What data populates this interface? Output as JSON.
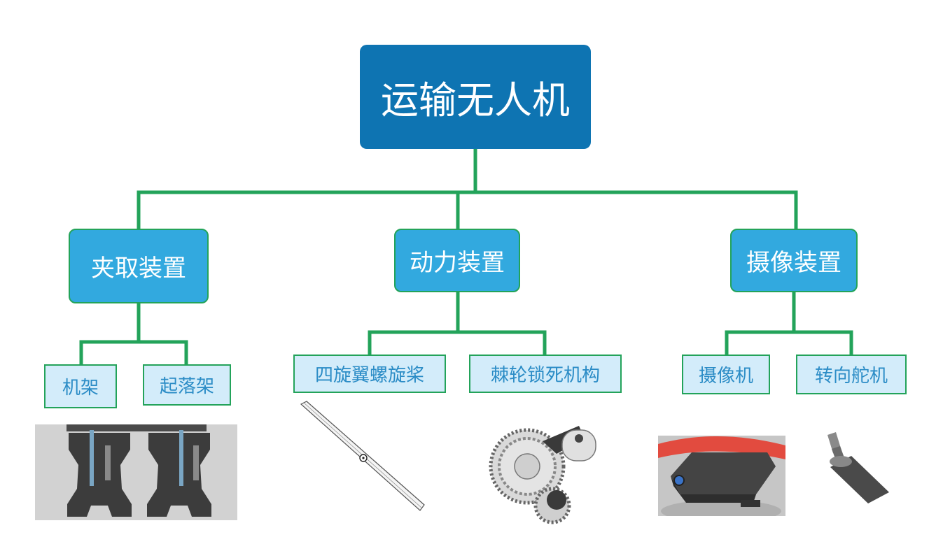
{
  "root": {
    "label": "运输无人机"
  },
  "categories": [
    {
      "label": "夹取装置",
      "children": [
        {
          "label": "机架"
        },
        {
          "label": "起落架"
        }
      ]
    },
    {
      "label": "动力装置",
      "children": [
        {
          "label": "四旋翼螺旋桨"
        },
        {
          "label": "棘轮锁死机构"
        }
      ]
    },
    {
      "label": "摄像装置",
      "children": [
        {
          "label": "摄像机"
        },
        {
          "label": "转向舵机"
        }
      ]
    }
  ],
  "colors": {
    "root": "#0e74b2",
    "category": "#32a9df",
    "leaf": "#d3ecfa",
    "leaf_text": "#2b8cc6",
    "connector": "#23a35a"
  },
  "images": [
    "gripper-frame-render",
    "propeller-render",
    "ratchet-gear-render",
    "camera-render",
    "servo-render"
  ]
}
